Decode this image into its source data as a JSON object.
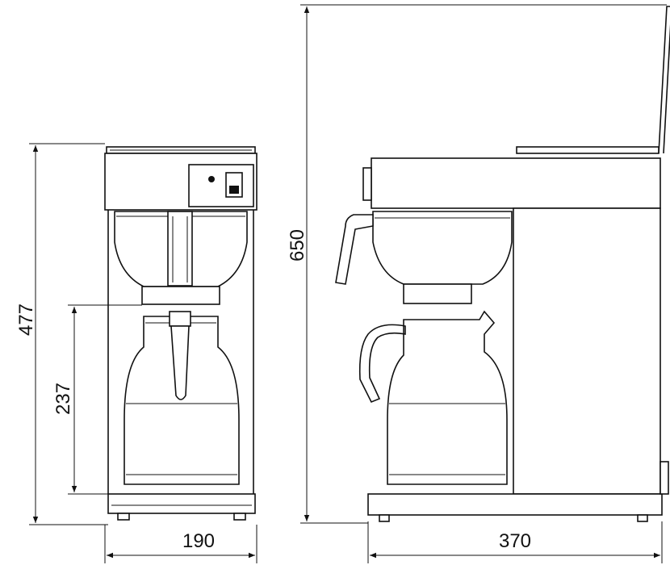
{
  "diagram": {
    "dimensions": {
      "front_height": "477",
      "front_clearance": "237",
      "front_width": "190",
      "side_total_height": "650",
      "side_depth": "370"
    },
    "colors": {
      "line": "#111111",
      "background": "#ffffff"
    },
    "icons": {
      "arrow": "filled-triangle-arrowhead",
      "power_switch": "rocker-switch",
      "indicator": "indicator-lamp"
    }
  }
}
